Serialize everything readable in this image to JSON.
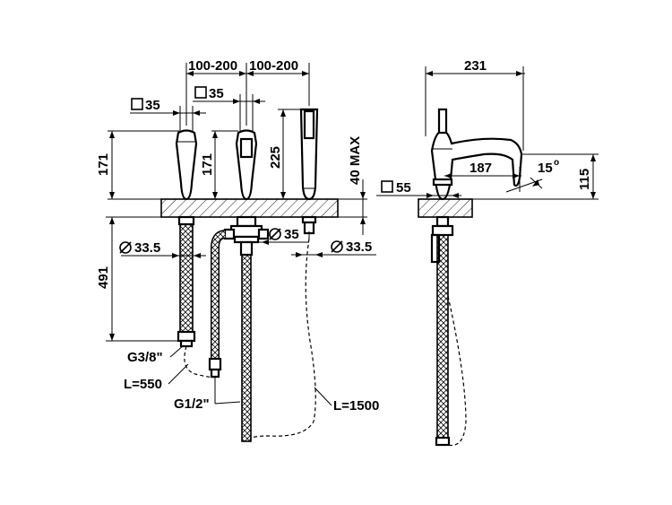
{
  "dimensions": {
    "spacing_left": "100-200",
    "spacing_right": "100-200",
    "square_top_left": "35",
    "square_top_mid": "35",
    "height_left": "171",
    "height_mid": "171",
    "height_shower": "225",
    "deck_max": "40 MAX",
    "depth_below": "491",
    "dia_left": "33.5",
    "dia_mid": "35",
    "dia_right": "33.5",
    "thread_small": "G3/8\"",
    "thread_large": "G1/2\"",
    "hose_short": "L=550",
    "hose_long": "L=1500",
    "side_width": "231",
    "spout_reach": "187",
    "spout_angle": "15",
    "angle_unit": "o",
    "side_height": "115",
    "square_side": "55"
  }
}
